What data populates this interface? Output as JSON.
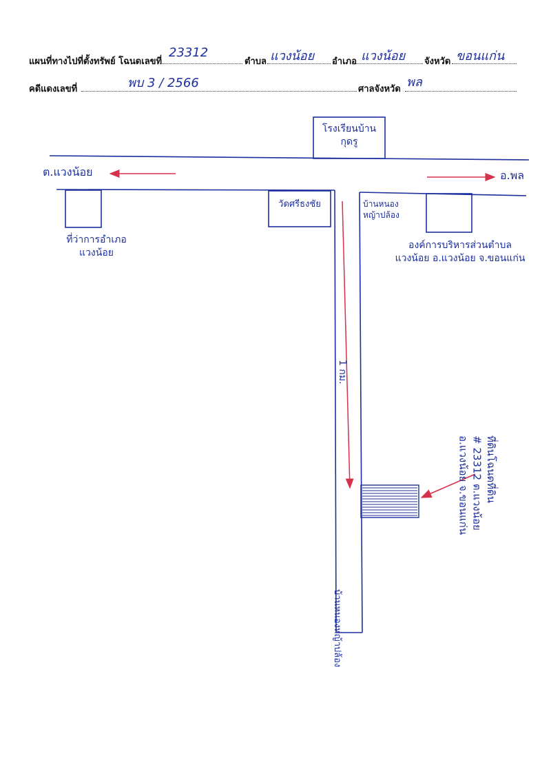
{
  "header": {
    "map_label": "แผนที่ทางไปที่ตั้งทรัพย์  โฉนดเลขที่",
    "deed_no": "23312",
    "subdistrict_label": "ตำบล",
    "subdistrict": "แวงน้อย",
    "district_label": "อำเภอ",
    "district": "แวงน้อย",
    "province_label": "จังหวัด",
    "province": "ขอนแก่น",
    "case_label": "คดีแดงเลขที่",
    "case_no": "พบ 3 / 2566",
    "court_label": "ศาลจังหวัด",
    "court": "พล"
  },
  "map": {
    "school": "โรงเรียนบ้าน\nกุดรู",
    "to_left": "ต.แวงน้อย",
    "to_right": "อ.พล",
    "district_office": "ที่ว่าการอำเภอ\nแวงน้อย",
    "temple": "วัดศรีธงชัย",
    "village": "บ้านหนอง\nหญ้าปล้อง",
    "admin_office": "องค์การบริหารส่วนตำบล\nแวงน้อย อ.แวงน้อย จ.ขอนแก่น",
    "distance": "1 กม.",
    "road_end": "บ้านหนองหญ้าปล้อง",
    "property": "ที่ดินโฉนดที่ดิน\n# 23312  ต.แวงน้อย\nอ.แวงน้อย  จ.ขอนแก่น"
  },
  "colors": {
    "ink": "#1d2f9e",
    "arrow": "#d6314a",
    "print": "#111111"
  }
}
